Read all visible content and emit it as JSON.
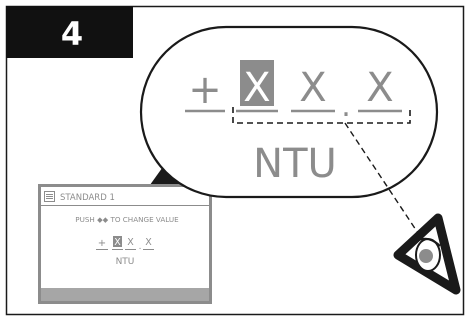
{
  "step": {
    "number": "4"
  },
  "callout": {
    "sign": "+",
    "digits": [
      "X",
      "X",
      "X"
    ],
    "decimal_point": ".",
    "unit": "NTU"
  },
  "screen": {
    "header": "STANDARD 1",
    "instruction": "PUSH ◆◆ TO CHANGE VALUE",
    "sign": "+",
    "digits": [
      "X",
      "X",
      "X"
    ],
    "decimal_point": ".",
    "unit": "NTU"
  },
  "colors": {
    "ink": "#1a1a1a",
    "lcd_text": "#8c8c8c",
    "highlight_bg": "#8c8c8c",
    "screen_bar": "#a6a6a6",
    "step_tab": "#111111",
    "step_text": "#ffffff"
  },
  "icons": {
    "eye": "eye-icon",
    "menu": "list-icon",
    "arrows": "diamond-arrows-icon"
  }
}
